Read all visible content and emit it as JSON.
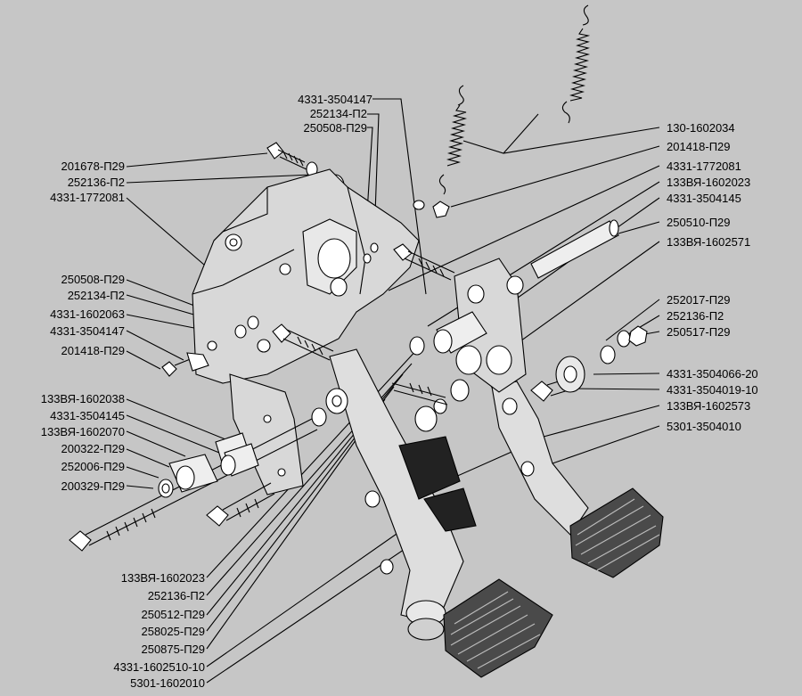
{
  "callouts": {
    "left": [
      "4331-3504147",
      "252134-П2",
      "250508-П29",
      "201678-П29",
      "252136-П2",
      "4331-1772081",
      "250508-П29",
      "252134-П2",
      "4331-1602063",
      "4331-3504147",
      "201418-П29",
      "133ВЯ-1602038",
      "4331-3504145",
      "133ВЯ-1602070",
      "200322-П29",
      "252006-П29",
      "200329-П29",
      "133ВЯ-1602023",
      "252136-П2",
      "250512-П29",
      "258025-П29",
      "250875-П29",
      "4331-1602510-10",
      "5301-1602010"
    ],
    "right": [
      "130-1602034",
      "201418-П29",
      "4331-1772081",
      "133ВЯ-1602023",
      "4331-3504145",
      "250510-П29",
      "133ВЯ-1602571",
      "252017-П29",
      "252136-П2",
      "250517-П29",
      "4331-3504066-20",
      "4331-3504019-10",
      "133ВЯ-1602573",
      "5301-3504010"
    ]
  }
}
